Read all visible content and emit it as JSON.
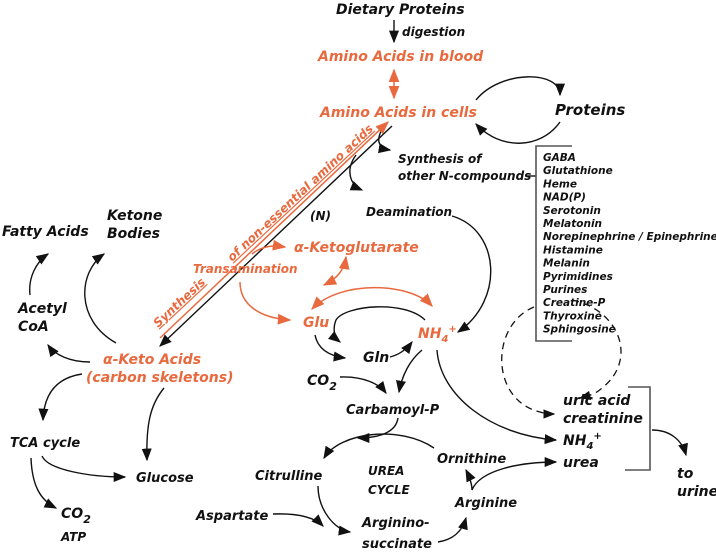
{
  "title": "Amino acid metabolism overview",
  "colors": {
    "highlight": "#e8693e",
    "text": "#111111",
    "background": "#ffffff"
  },
  "nodes": {
    "dietary_proteins": "Dietary Proteins",
    "digestion": "digestion",
    "aa_blood": "Amino Acids in blood",
    "aa_cells": "Amino Acids in cells",
    "proteins": "Proteins",
    "synthesis_of_1": "Synthesis of",
    "synthesis_of_2": "other N-compounds",
    "deamination": "Deamination",
    "n_label": "(N)",
    "alpha_kg": "α-Ketoglutarate",
    "transamination": "Transamination",
    "synth_nonessential_1": "Synthesis",
    "synth_nonessential_2": "of non-essential amino acids",
    "glu": "Glu",
    "gln": "Gln",
    "nh4": "NH",
    "nh4_sub": "4",
    "nh4_sup": "+",
    "co2_a": "CO",
    "co2_a_sub": "2",
    "carbamoyl_p": "Carbamoyl-P",
    "citrulline": "Citrulline",
    "urea_cycle_1": "UREA",
    "urea_cycle_2": "CYCLE",
    "ornithine": "Ornithine",
    "arginine": "Arginine",
    "argininosuccinate_1": "Arginino-",
    "argininosuccinate_2": "succinate",
    "aspartate": "Aspartate",
    "fatty_acids": "Fatty Acids",
    "ketone_1": "Ketone",
    "ketone_2": "Bodies",
    "acetyl_1": "Acetyl",
    "acetyl_2": "CoA",
    "keto_acids_1": "α-Keto Acids",
    "keto_acids_2": "(carbon skeletons)",
    "tca": "TCA cycle",
    "glucose": "Glucose",
    "co2_b": "CO",
    "co2_b_sub": "2",
    "atp": "ATP",
    "uric_acid": "uric acid",
    "creatinine": "creatinine",
    "nh4_out": "NH",
    "nh4_out_sub": "4",
    "nh4_out_sup": "+",
    "urea": "urea",
    "to_urine_1": "to",
    "to_urine_2": "urine"
  },
  "n_compounds": [
    "GABA",
    "Glutathione",
    "Heme",
    "NAD(P)",
    "Serotonin",
    "Melatonin",
    "Norepinephrine / Epinephrine",
    "Histamine",
    "Melanin",
    "Pyrimidines",
    "Purines",
    "Creatine-P",
    "Thyroxine",
    "Sphingosine"
  ]
}
